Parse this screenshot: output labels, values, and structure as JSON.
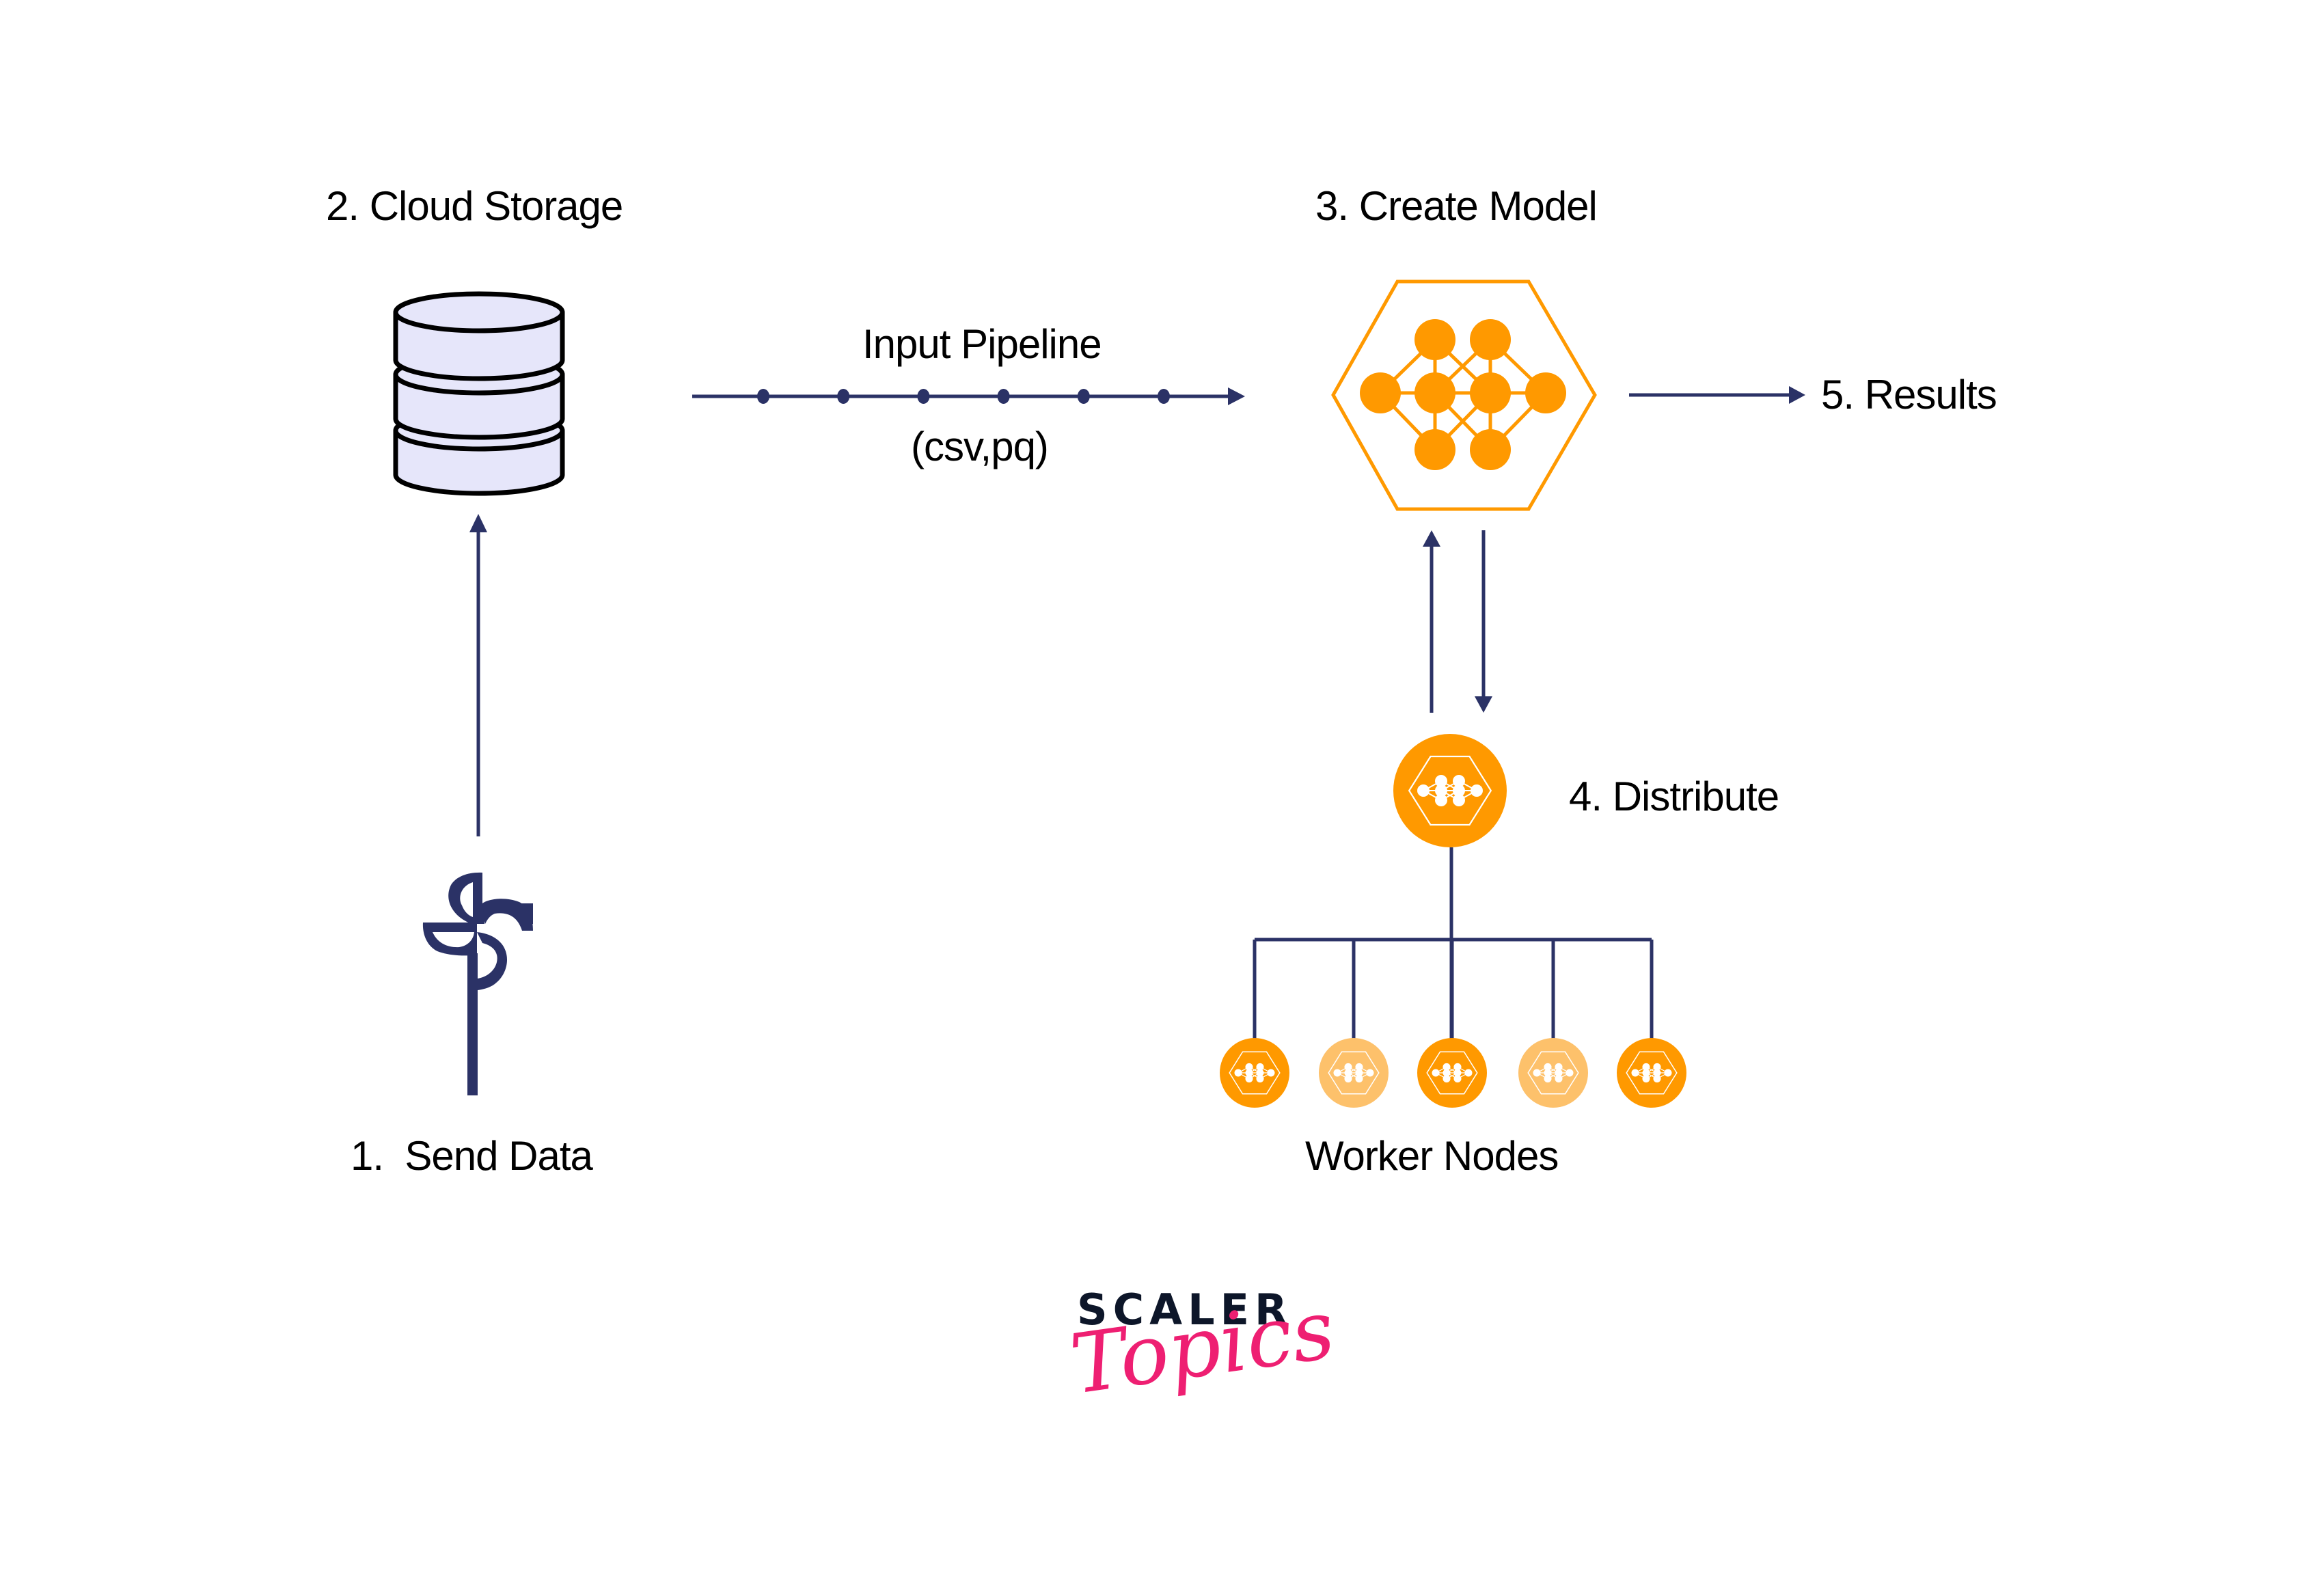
{
  "colors": {
    "navy": "#2b3266",
    "orange": "#ff9900",
    "orange_light": "#fdc16b",
    "storage_fill": "#e6e6fa",
    "outline": "#000000",
    "logo_dark": "#0d1629",
    "logo_pink": "#ee1f72"
  },
  "steps": {
    "send_data": "1.  Send Data",
    "cloud_storage": "2. Cloud Storage",
    "create_model": "3. Create Model",
    "distribute": "4. Distribute",
    "results": "5. Results"
  },
  "pipeline": {
    "label": "Input Pipeline",
    "formats": "(csv,pq)",
    "dot_count": 6
  },
  "workers": {
    "label": "Worker Nodes",
    "nodes": [
      {
        "shade": "dark"
      },
      {
        "shade": "light"
      },
      {
        "shade": "dark"
      },
      {
        "shade": "light"
      },
      {
        "shade": "dark"
      }
    ]
  },
  "icons": {
    "source": "pinwheel-icon",
    "storage": "database-icon",
    "model": "neural-network-hexagon-icon",
    "distributor": "neural-network-node-icon",
    "worker": "neural-network-node-icon"
  },
  "logo": {
    "brand": "SCALER",
    "sub": "Topics"
  }
}
